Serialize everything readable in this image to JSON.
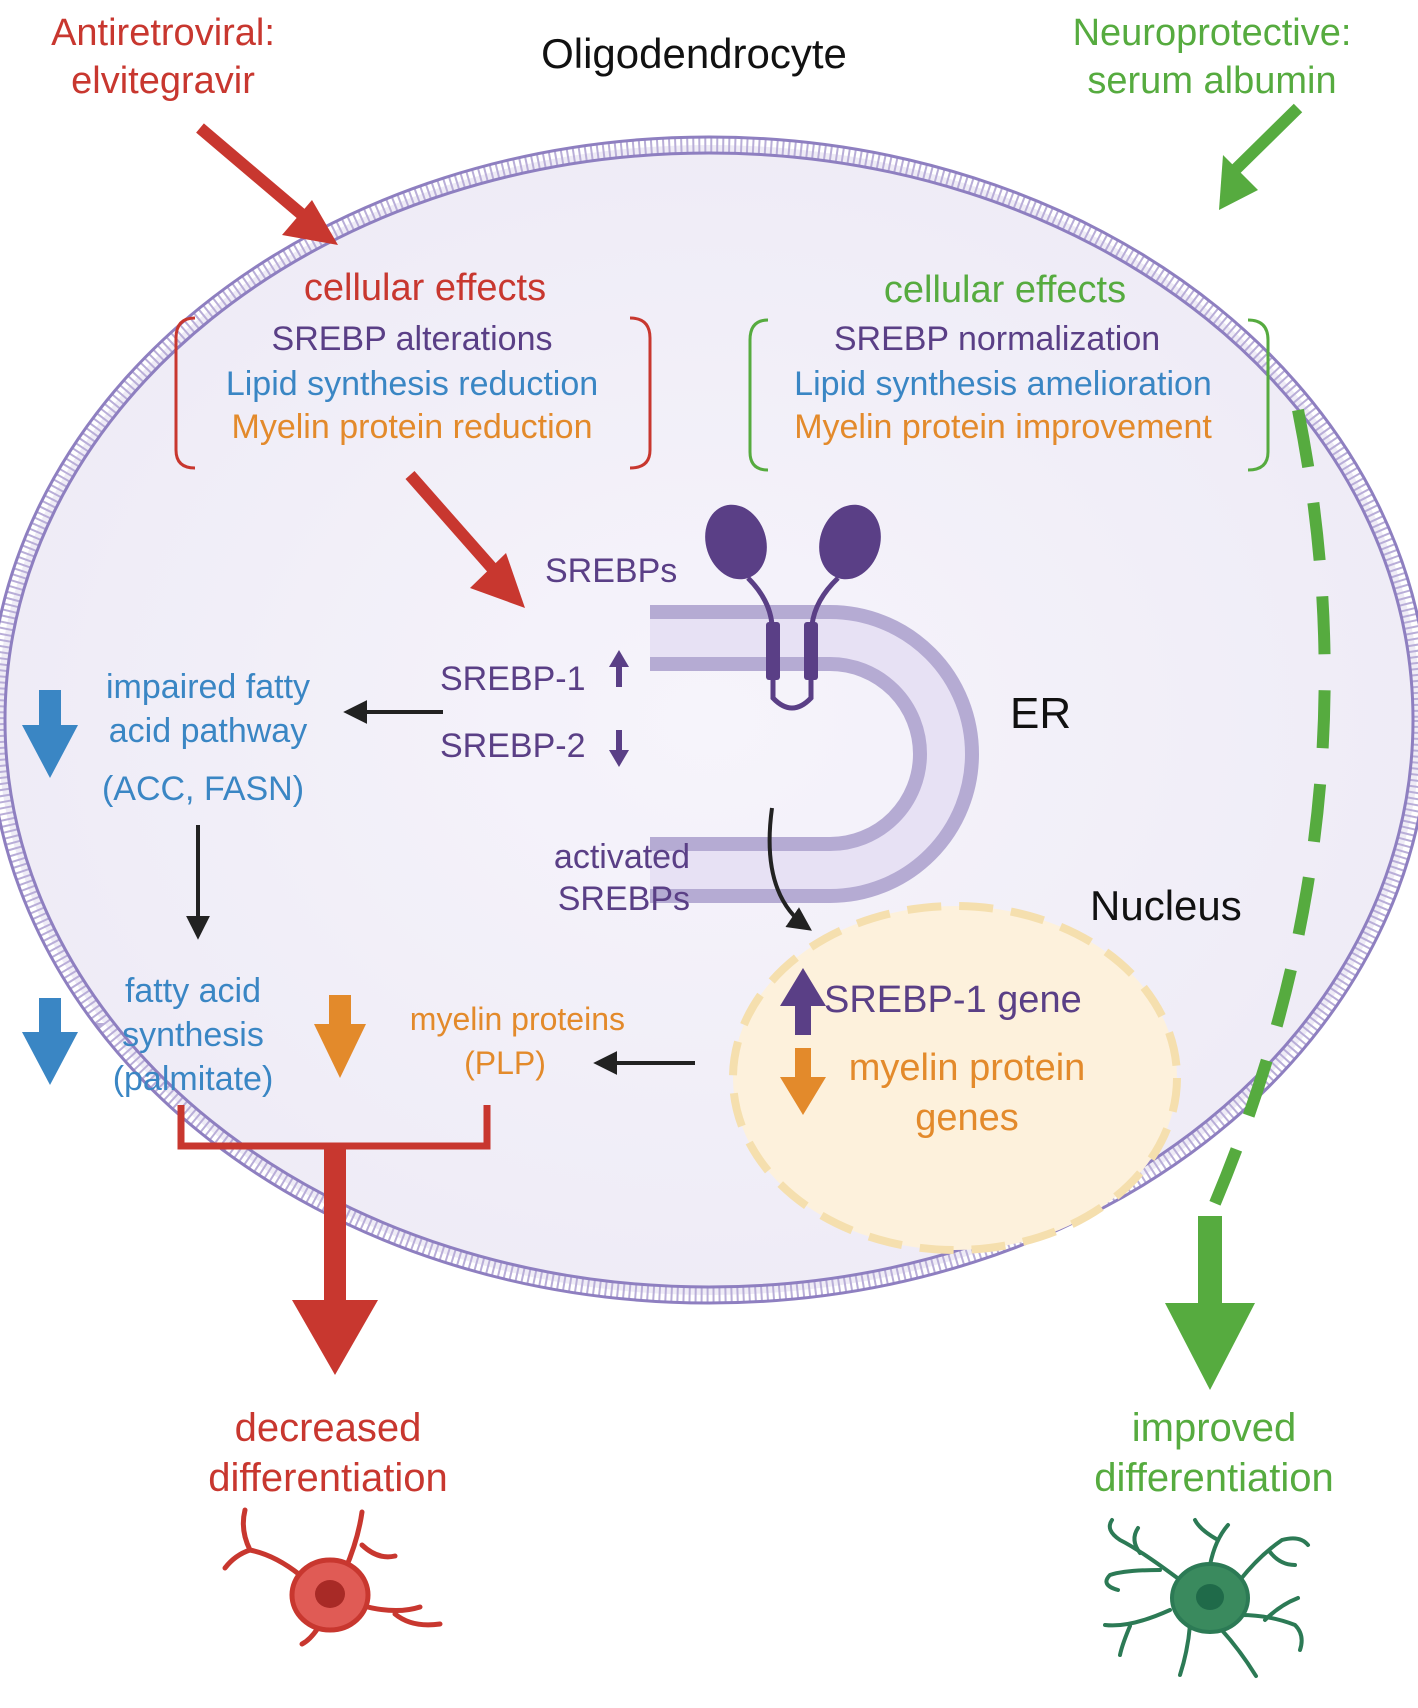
{
  "title": "Oligodendrocyte",
  "left": {
    "agent_line1": "Antiretroviral:",
    "agent_line2": "elvitegravir",
    "effects_title": "cellular effects",
    "effect1": "SREBP alterations",
    "effect2": "Lipid synthesis reduction",
    "effect3": "Myelin protein reduction",
    "pathway_line1": "impaired fatty",
    "pathway_line2": "acid pathway",
    "pathway_line3": "(ACC, FASN)",
    "fa_line1": "fatty acid",
    "fa_line2": "synthesis",
    "fa_line3": "(palmitate)",
    "myelin_line1": "myelin proteins",
    "myelin_line2": "(PLP)",
    "outcome_line1": "decreased",
    "outcome_line2": "differentiation"
  },
  "right": {
    "agent_line1": "Neuroprotective:",
    "agent_line2": "serum albumin",
    "effects_title": "cellular effects",
    "effect1": "SREBP normalization",
    "effect2": "Lipid synthesis amelioration",
    "effect3": "Myelin protein improvement",
    "outcome_line1": "improved",
    "outcome_line2": "differentiation"
  },
  "er": {
    "srebps": "SREBPs",
    "srebp1": "SREBP-1",
    "srebp2": "SREBP-2",
    "label": "ER",
    "activated_line1": "activated",
    "activated_line2": "SREBPs"
  },
  "nucleus": {
    "label": "Nucleus",
    "gene1": "SREBP-1 gene",
    "gene2_line1": "myelin protein",
    "gene2_line2": "genes"
  },
  "colors": {
    "red": "#c8372f",
    "green": "#56ab3f",
    "purple": "#5a3f86",
    "blue": "#3a86c4",
    "orange": "#e38a2b",
    "cell_fill": "#f2f0f8",
    "membrane": "#9c8fc4",
    "nucleus_fill": "#fdf1dc",
    "er_fill": "#e7e1f4",
    "er_edge": "#b5abd3"
  }
}
